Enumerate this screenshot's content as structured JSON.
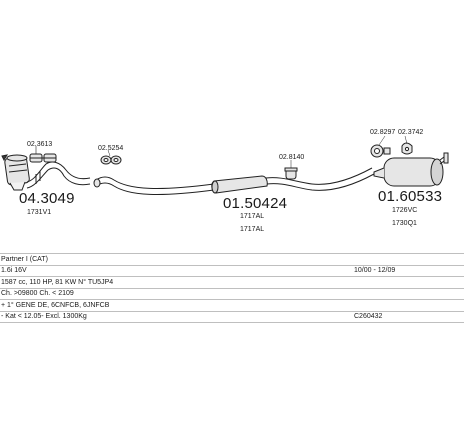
{
  "parts": {
    "clamp_1": "02.3613",
    "cat_code": "04.3049",
    "cat_sub": "1731V1",
    "gasket": "02.5254",
    "clamp_2": "02.8140",
    "center_code": "01.50424",
    "center_sub_1": "1717AL",
    "center_sub_2": "1717AL",
    "clamp_rear_1": "02.8297",
    "clamp_rear_2": "02.3742",
    "rear_code": "01.60533",
    "rear_sub_1": "1726VC",
    "rear_sub_2": "1730Q1"
  },
  "info": {
    "model": "Partner I (CAT)",
    "engine": "1.6i 16V",
    "dates": "10/00 - 12/09",
    "spec_1": "1587 cc, 110 HP, 81 KW N° TU5JP4",
    "spec_2": "Ch. >09800 Ch. < 2109",
    "spec_3": "+ 1° GENE DE, 6CNFCB, 6JNFCB",
    "note": "- Kat < 12.05- Excl. 1300Kg",
    "code": "C260432"
  },
  "colors": {
    "line": "#222222",
    "fill": "#e6e6e6",
    "dark_fill": "#3a3a3a",
    "rule": "#bfbfbf"
  }
}
